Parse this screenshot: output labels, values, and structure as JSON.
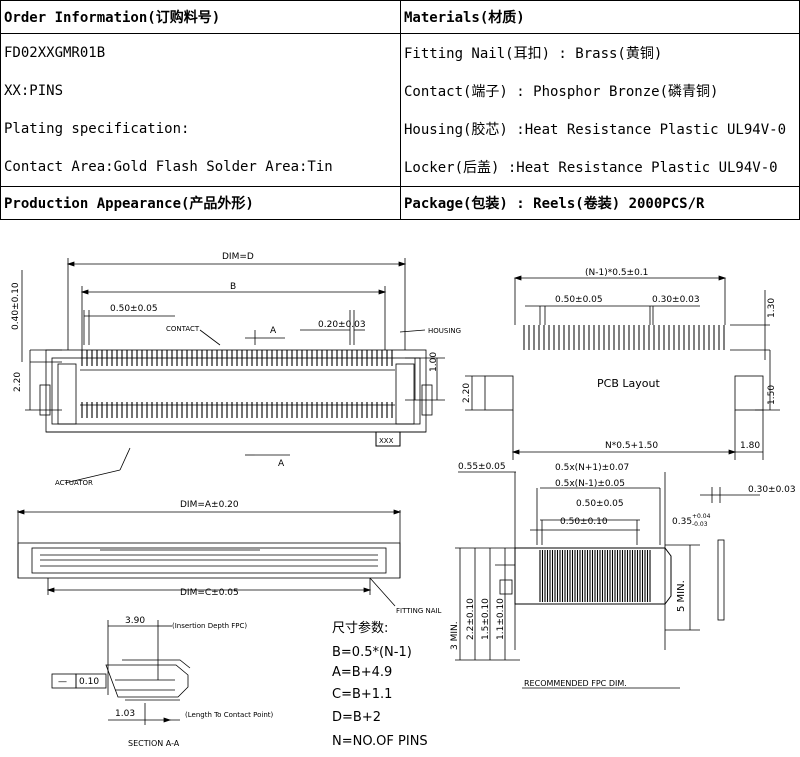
{
  "spec_table": {
    "order_header": "Order Information(订购料号)",
    "materials_header": "Materials(材质)",
    "rows": [
      {
        "left": "FD02XXGMR01B",
        "right": "Fitting Nail(耳扣) : Brass(黄铜)"
      },
      {
        "left": "XX:PINS",
        "right": "Contact(端子) : Phosphor Bronze(磷青铜)"
      },
      {
        "left": "Plating specification:",
        "right": "Housing(胶芯) :Heat Resistance Plastic UL94V-0"
      },
      {
        "left": "Contact Area:Gold Flash  Solder Area:Tin",
        "right": "Locker(后盖) :Heat Resistance Plastic UL94V-0"
      }
    ],
    "production_header": "Production Appearance(产品外形)",
    "package_header": "Package(包装) : Reels(卷装) 2000PCS/R"
  },
  "top_view": {
    "dim_d": "DIM=D",
    "b": "B",
    "pitch": "0.50±0.05",
    "contact_width": "0.20±0.03",
    "contact": "CONTACT",
    "housing": "HOUSING",
    "section_a": "A",
    "actuator": "ACTUATOR",
    "marking": "XXX",
    "h_040": "0.40±0.10",
    "h_220": "2.20",
    "h_100": "1.00"
  },
  "pcb_layout": {
    "title": "PCB Layout",
    "total": "(N-1)*0.5±0.1",
    "pitch": "0.50±0.05",
    "pad_width": "0.30±0.03",
    "pad_length": "1.30",
    "side_220": "2.20",
    "side_150": "1.50",
    "span": "N*0.5+1.50",
    "side_180": "1.80"
  },
  "front_view": {
    "dim_a": "DIM=A±0.20",
    "dim_c": "DIM=C±0.05",
    "fitting_nail": "FITTING NAIL"
  },
  "section": {
    "insertion_depth": "3.90",
    "insertion_label": "(Insertion Depth FPC)",
    "thickness": "0.10",
    "contact_len": "1.03",
    "contact_label": "(Length To Contact Point)",
    "title": "SECTION A-A"
  },
  "params": {
    "title": "尺寸参数:",
    "lines": [
      "B=0.5*(N-1)",
      "A=B+4.9",
      "C=B+1.1",
      "D=B+2",
      "N=NO.OF PINS"
    ]
  },
  "fpc": {
    "w1": "0.55±0.05",
    "w2": "0.5x(N+1)±0.07",
    "w3": "0.5x(N-1)±0.05",
    "w4": "0.50±0.05",
    "w5": "0.50±0.10",
    "w6": "0.35",
    "w6_tol_plus": "+0.04",
    "w6_tol_minus": "-0.03",
    "thick": "0.30±0.03",
    "v1": "3 MIN.",
    "v2": "2.2±0.10",
    "v3": "1.5±0.10",
    "v4": "1.1±0.10",
    "v5": "5 MIN.",
    "title": "RECOMMENDED FPC DIM."
  }
}
